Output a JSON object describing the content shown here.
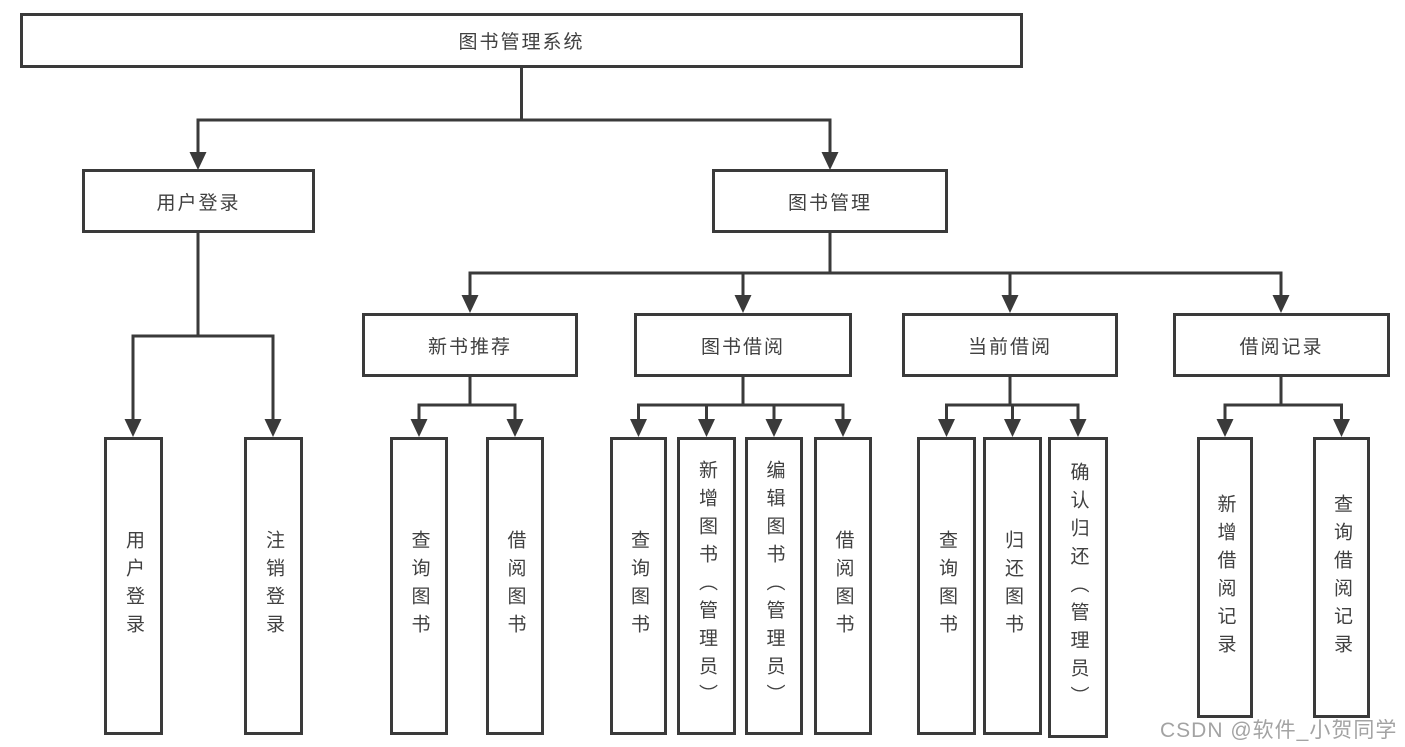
{
  "nodes": {
    "root": "图书管理系统",
    "level2": [
      "用户登录",
      "图书管理"
    ],
    "level3": [
      "新书推荐",
      "图书借阅",
      "当前借阅",
      "借阅记录"
    ],
    "level4": {
      "user_login": [
        "用户登录",
        "注销登录"
      ],
      "new_book_recommend": [
        "查询图书",
        "借阅图书"
      ],
      "book_borrow": [
        "查询图书",
        "新增图书（管理员）",
        "编辑图书（管理员）",
        "借阅图书"
      ],
      "current_borrow": [
        "查询图书",
        "归还图书",
        "确认归还（管理员）"
      ],
      "borrow_records": [
        "新增借阅记录",
        "查询借阅记录"
      ]
    }
  },
  "watermark": {
    "text": "CSDN @软件_小贺同学"
  },
  "colors": {
    "line": "#3a3a3a",
    "text": "#404040",
    "box_background": "#ffffff",
    "watermark": "#a3a3a3"
  }
}
